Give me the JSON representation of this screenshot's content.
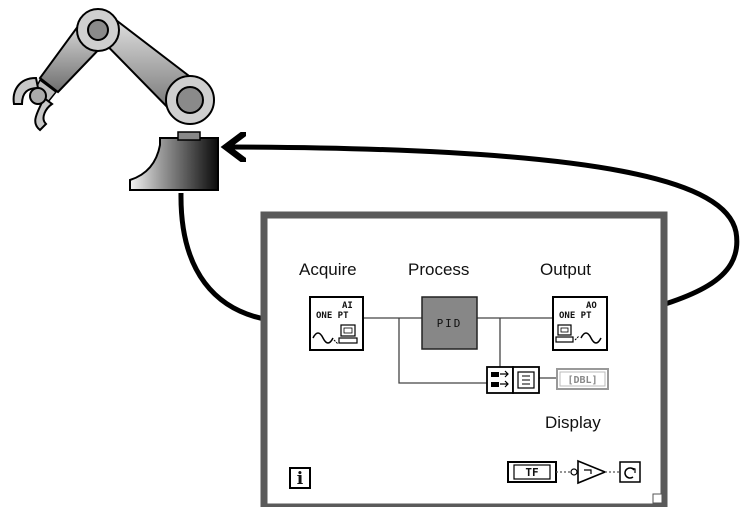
{
  "diagram": {
    "acquire_label": "Acquire",
    "process_label": "Process",
    "output_label": "Output",
    "display_label": "Display",
    "ai_block": {
      "line1": "AI",
      "line2": "ONE PT"
    },
    "ao_block": {
      "line1": "AO",
      "line2": "ONE PT"
    },
    "pid_label": "PID",
    "dbl_label": "[DBL]",
    "tf_label": "TF",
    "info_label": "i"
  }
}
